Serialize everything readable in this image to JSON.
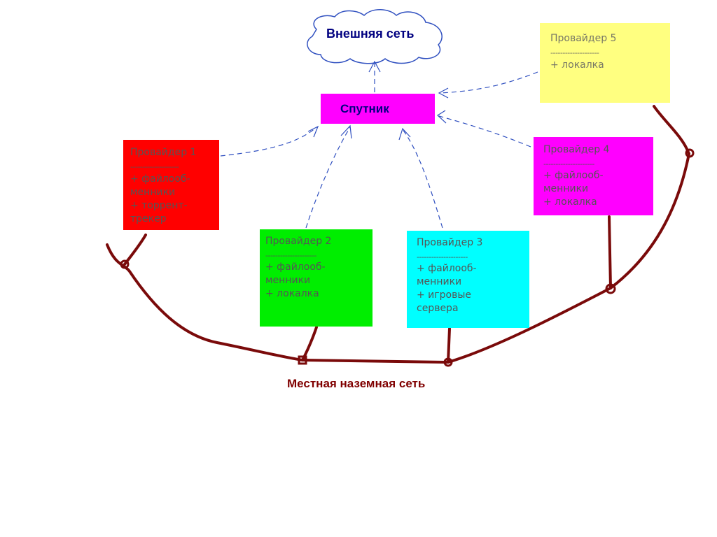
{
  "external_network": {
    "label": "Внешняя сеть",
    "color": "#000080"
  },
  "satellite": {
    "label": "Спутник",
    "fill": "#ff00ff",
    "text_color": "#000080"
  },
  "providers": [
    {
      "name": "Провайдер 1",
      "divider": "--------------------",
      "features": [
        "+ файлооб-",
        "менники",
        "+ торрент-",
        "трекер"
      ],
      "fill": "#ff0000"
    },
    {
      "name": "Провайдер 2",
      "divider": "---------------------",
      "features": [
        "+ файлооб-",
        "менники",
        "+ локалка"
      ],
      "fill": "#00ee00"
    },
    {
      "name": "Провайдер 3",
      "divider": "---------------------",
      "features": [
        "+ файлооб-",
        "менники",
        "+ игровые",
        "сервера"
      ],
      "fill": "#00ffff"
    },
    {
      "name": "Провайдер 4",
      "divider": "---------------------",
      "features": [
        "+ файлооб-",
        "менники",
        "+ локалка"
      ],
      "fill": "#ff00ff"
    },
    {
      "name": "Провайдер 5",
      "divider": "--------------------",
      "features": [
        "+ локалка"
      ],
      "fill": "#ffff80"
    }
  ],
  "ground_network": {
    "label": "Местная наземная сеть",
    "color": "#800000"
  },
  "colors": {
    "satellite_link": "#3050c0",
    "ground_link": "#7a0a0a",
    "provider_text": "#555555"
  }
}
